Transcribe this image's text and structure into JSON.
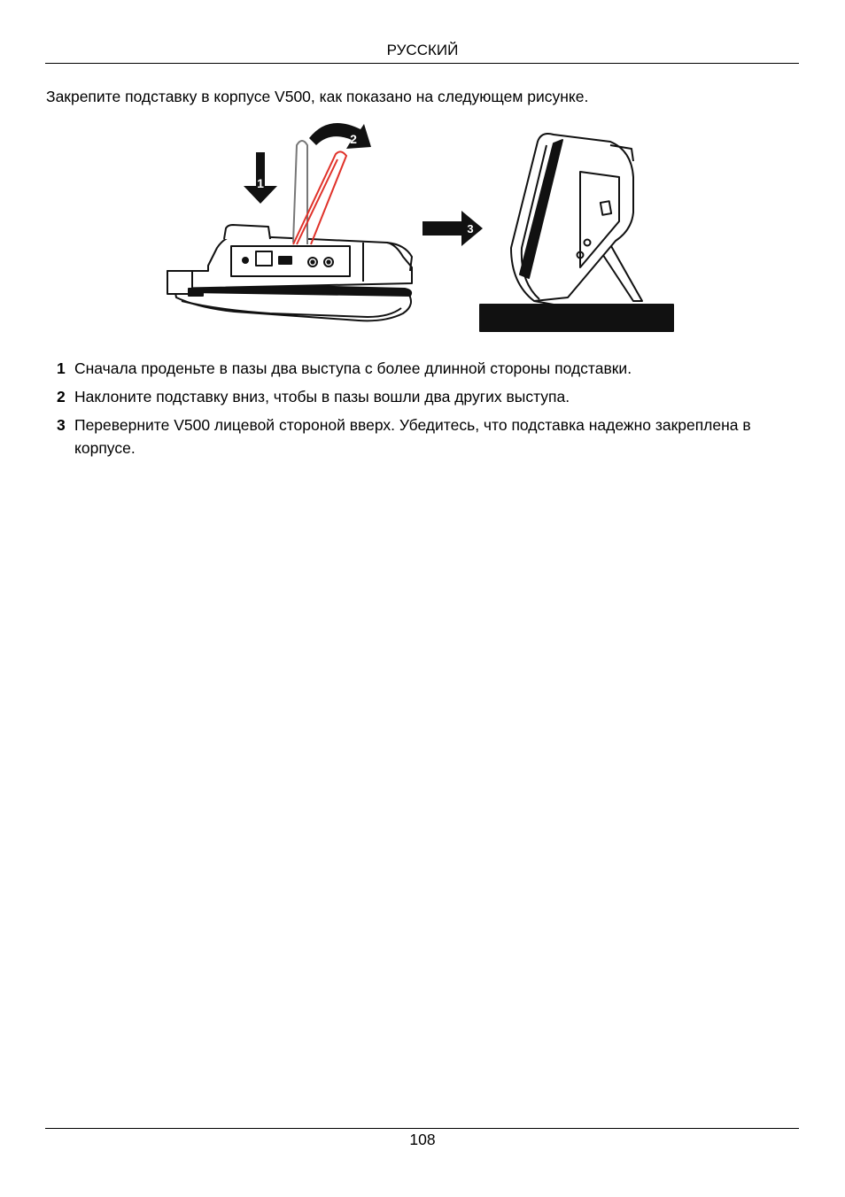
{
  "header": {
    "section_title": "РУССКИЙ"
  },
  "intro": "Закрепите подставку в корпусе V500, как показано на следующем рисунке.",
  "figure": {
    "callouts": [
      "1",
      "2",
      "3"
    ],
    "accent_color": "#e0322a"
  },
  "steps": [
    {
      "num": "1",
      "text": "Сначала проденьте в пазы два выступа с более длинной стороны подставки."
    },
    {
      "num": "2",
      "text": "Наклоните подставку вниз, чтобы в пазы вошли два других выступа."
    },
    {
      "num": "3",
      "text": "Переверните V500 лицевой стороной вверх. Убедитесь, что подставка надежно закреплена в корпусе."
    }
  ],
  "footer": {
    "page_number": "108"
  }
}
